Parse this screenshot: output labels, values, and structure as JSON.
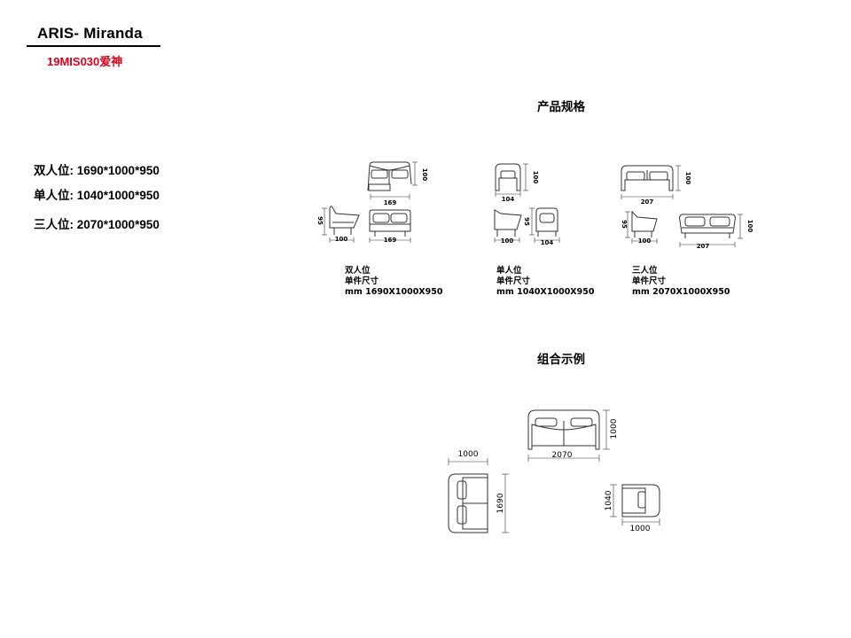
{
  "header": {
    "title": "ARIS- Miranda",
    "code": "19MIS030爱神"
  },
  "specs": [
    "双人位: 1690*1000*950",
    "单人位: 1040*1000*950",
    "三人位: 2070*1000*950"
  ],
  "sections": {
    "product_spec": "产品规格",
    "combination": "组合示例"
  },
  "products": [
    {
      "name": "双人位",
      "unit_label": "单件尺寸",
      "size_text": "mm 1690X1000X950",
      "dims": {
        "top_width": "169",
        "top_depth": "100",
        "side_height": "95",
        "side_depth": "100",
        "front_width": "169"
      }
    },
    {
      "name": "单人位",
      "unit_label": "单件尺寸",
      "size_text": "mm 1040X1000X950",
      "dims": {
        "top_width": "104",
        "top_depth": "100",
        "side_height": "95",
        "side_depth": "100",
        "front_width": "104"
      }
    },
    {
      "name": "三人位",
      "unit_label": "单件尺寸",
      "size_text": "mm 2070X1000X950",
      "dims": {
        "top_width": "207",
        "top_depth": "100",
        "side_height": "95",
        "side_depth": "100",
        "front_width": "207",
        "front_height": "100"
      }
    }
  ],
  "combination": {
    "three_width": "2070",
    "three_depth": "1000",
    "two_depth": "1000",
    "two_width": "1690",
    "one_width": "1040",
    "one_depth": "1000"
  },
  "colors": {
    "accent": "#e0001b",
    "line": "#333333"
  }
}
